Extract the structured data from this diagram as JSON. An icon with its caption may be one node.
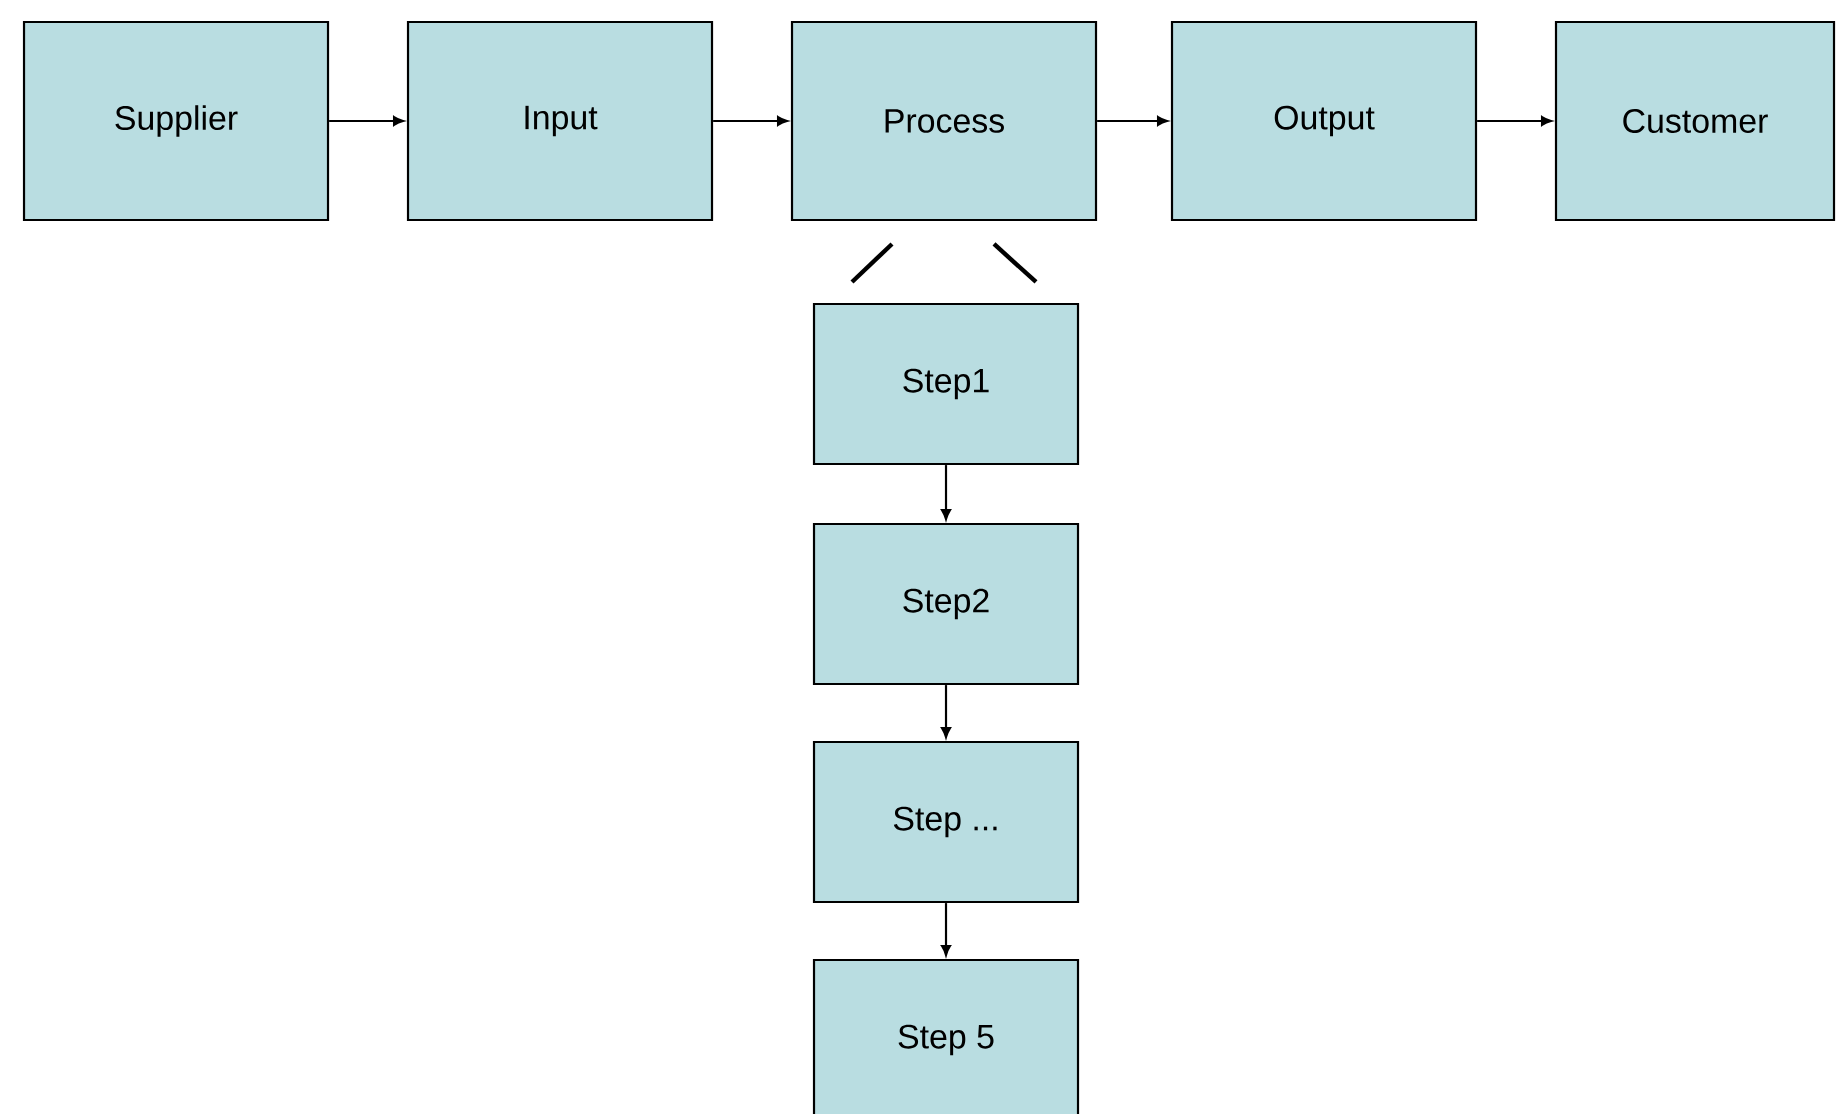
{
  "diagram": {
    "nodes": [
      {
        "text": [
          "Supplier"
        ]
      },
      {
        "text": [
          "Input"
        ]
      },
      {
        "text": [
          "Process"
        ]
      },
      {
        "text": [
          "Output"
        ]
      },
      {
        "text": [
          "Customer"
        ]
      },
      {
        "text": [
          "Step1"
        ]
      },
      {
        "text": [
          "Step2"
        ]
      },
      {
        "text": [
          "Step ..."
        ]
      },
      {
        "text": [
          "Step 5"
        ]
      }
    ],
    "edges": [
      {
        "from": 0,
        "to": 1,
        "arrow": "to"
      },
      {
        "from": 1,
        "to": 2,
        "arrow": "to"
      },
      {
        "from": 2,
        "to": 3,
        "arrow": "to"
      },
      {
        "from": 3,
        "to": 4,
        "arrow": "to"
      },
      {
        "from": 5,
        "to": 6,
        "arrow": "to"
      },
      {
        "from": 6,
        "to": 7,
        "arrow": "to"
      },
      {
        "from": 7,
        "to": 8,
        "arrow": "to"
      }
    ]
  }
}
